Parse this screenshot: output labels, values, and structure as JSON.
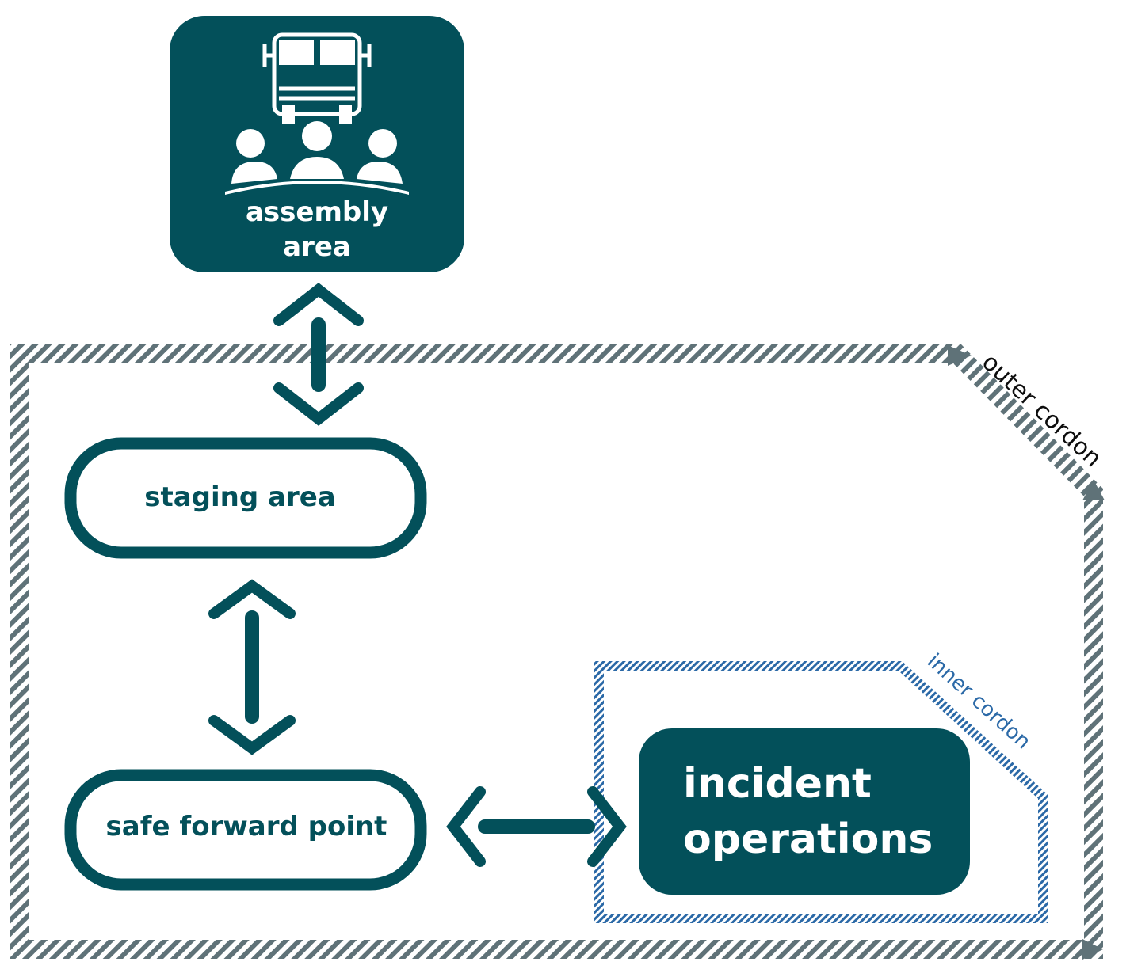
{
  "nodes": {
    "assembly_area": {
      "line1": "assembly",
      "line2": "area"
    },
    "staging_area": {
      "label": "staging area"
    },
    "safe_forward_point": {
      "label": "safe forward point"
    },
    "incident_operations": {
      "line1": "incident",
      "line2": "operations"
    }
  },
  "cordons": {
    "outer": {
      "label": "outer cordon"
    },
    "inner": {
      "label": "inner cordon"
    }
  },
  "icons": {
    "assembly": [
      "truck-icon",
      "people-group-icon"
    ]
  },
  "colors": {
    "primary": "#03505a",
    "outer_cordon": "#5f7278",
    "inner_cordon": "#2b69a7",
    "background": "#ffffff"
  }
}
